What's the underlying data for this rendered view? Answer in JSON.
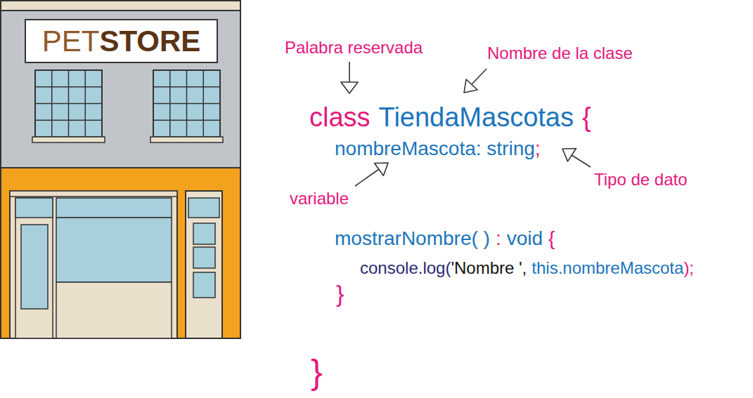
{
  "diagram": {
    "nodes": [
      {
        "text": [
          "PET",
          "STORE"
        ]
      }
    ],
    "labels": [
      "Palabra reservada",
      "Nombre de la clase",
      "class",
      "TiendaMascotas",
      "{",
      "nombreMascota: string",
      ";",
      "Tipo de dato",
      "variable",
      "mostrarNombre( )",
      ":",
      "void",
      "{",
      "console.log(",
      "'Nombre ',",
      "this.nombreMascota",
      ");",
      "}",
      "}"
    ]
  }
}
